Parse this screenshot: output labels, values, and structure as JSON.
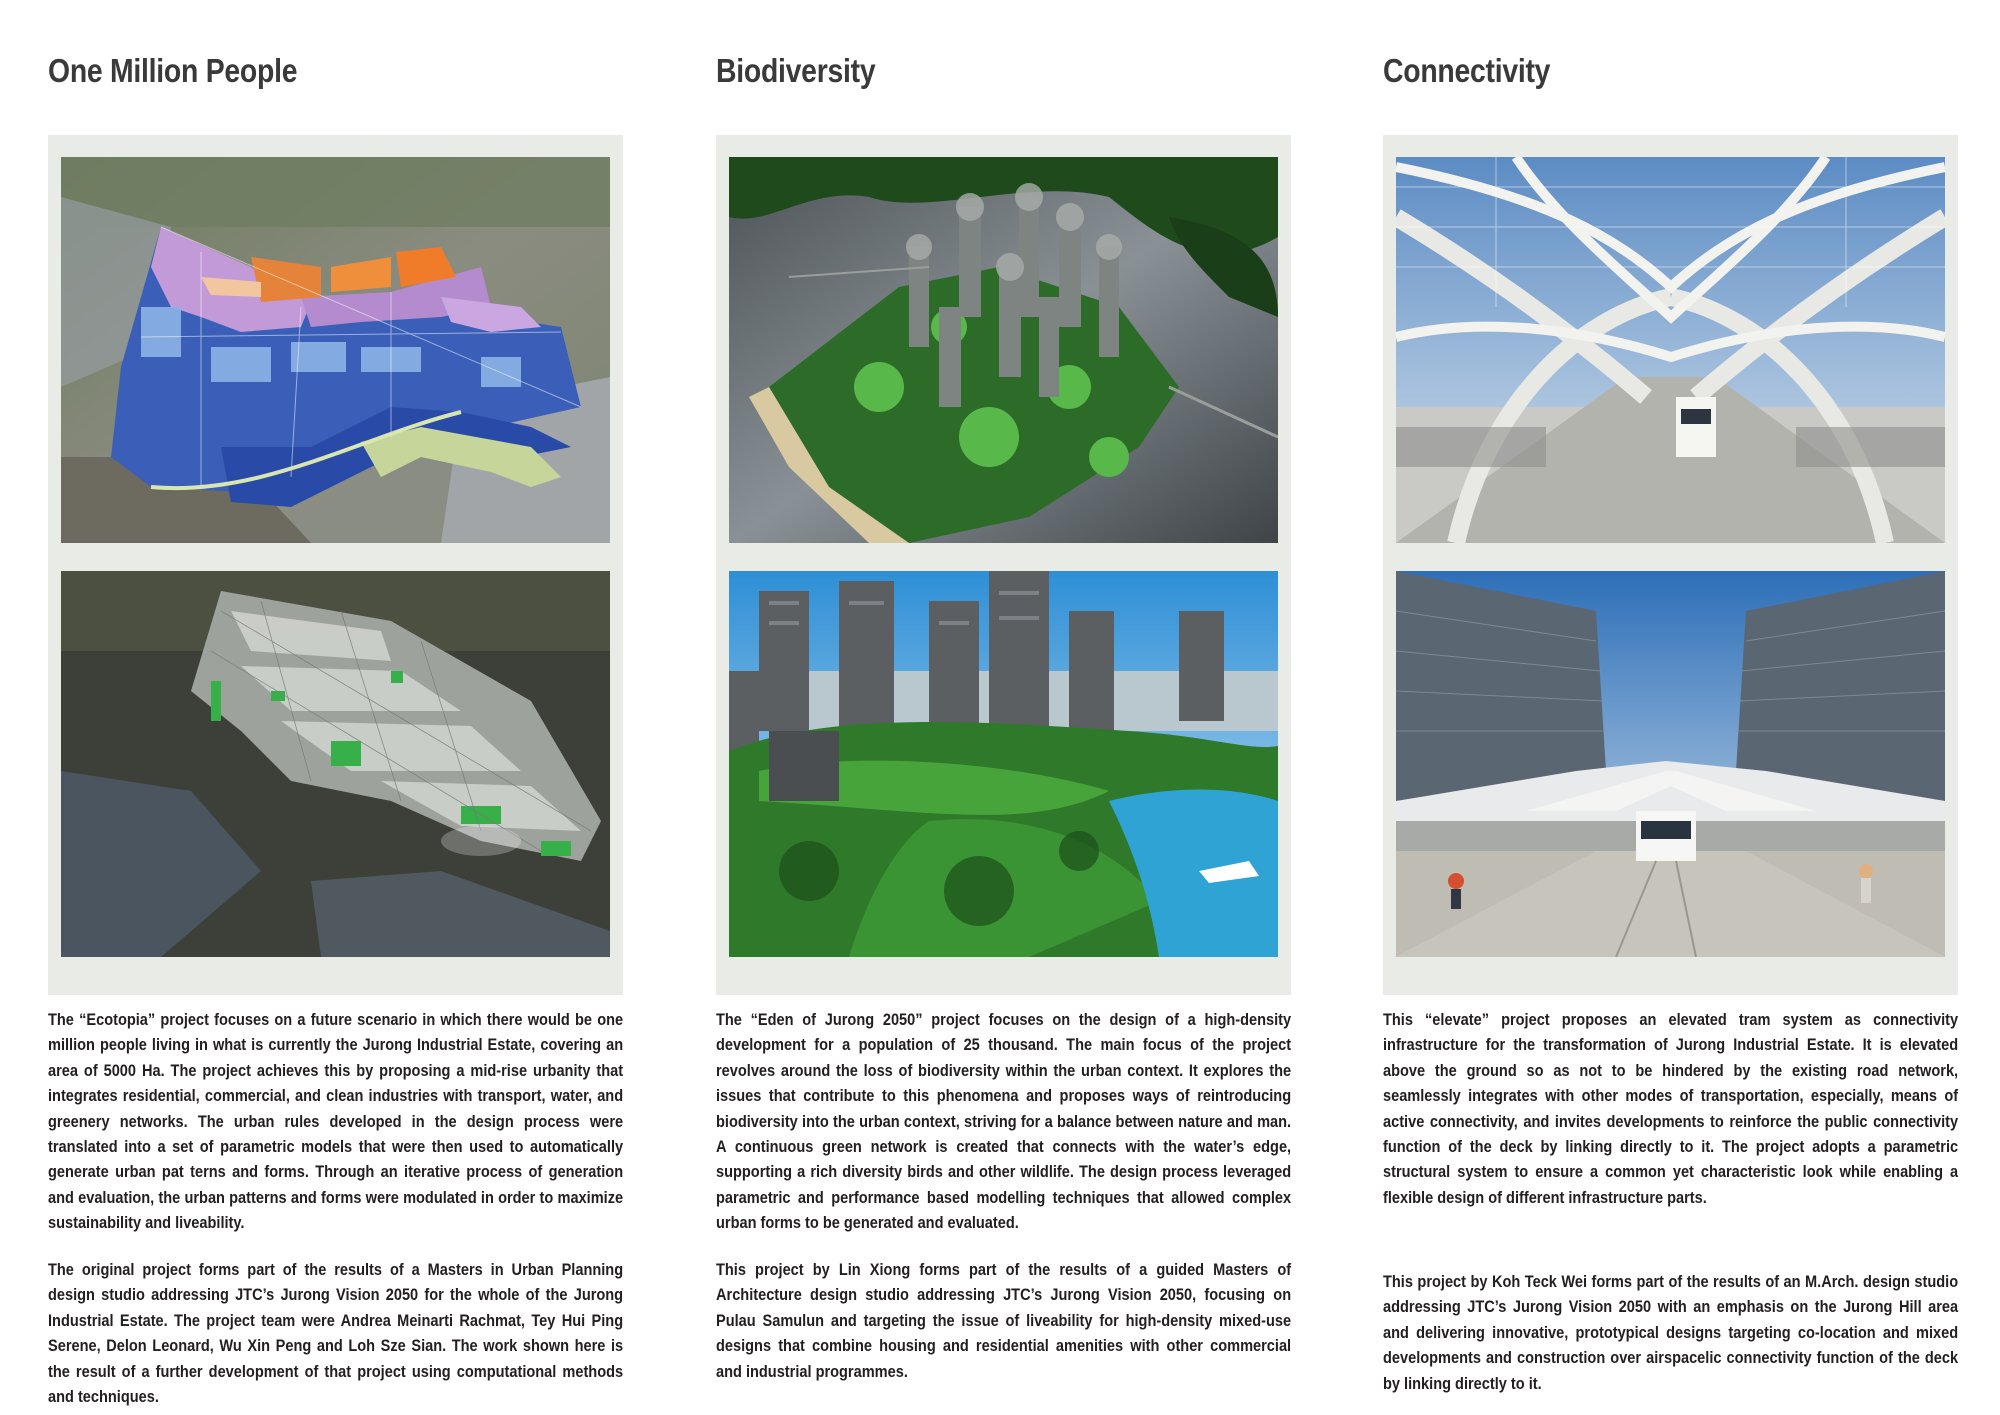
{
  "columns": [
    {
      "title": "One Million People",
      "images": [
        {
          "icon": "land-use-plan-map"
        },
        {
          "icon": "parametric-urban-model-map"
        }
      ],
      "paragraphs": [
        "The “Ecotopia” project focuses on a future scenario in which there would be one million people living in what is currently the Jurong Industrial Estate, covering an area of 5000 Ha. The project achieves this by proposing a mid-rise urbanity that integrates residential, commercial, and clean industries with transport, water, and greenery networks. The urban rules developed in the design process were translated into a set of parametric models that were then used to automatically generate urban pat terns and forms. Through an iterative process of generation and evaluation, the urban patterns and forms were modulated in order to maximize sustainability and liveability.",
        "The original project forms part of the results of a Masters in Urban Planning design studio addressing JTC’s Jurong Vision 2050 for the whole of the Jurong Industrial Estate. The project team were Andrea Meinarti Rachmat, Tey Hui Ping Serene, Delon Leonard, Wu Xin Peng and Loh Sze Sian. The work shown here is the result of a further development of that project using computational methods and techniques."
      ]
    },
    {
      "title": "Biodiversity",
      "images": [
        {
          "icon": "island-aerial-render"
        },
        {
          "icon": "green-towers-render"
        }
      ],
      "paragraphs": [
        "The “Eden of Jurong 2050” project focuses on the design of a high-density development for a population of 25 thousand. The main focus of the project revolves around the loss of biodiversity within the urban context. It explores the issues that contribute to this phenomena and proposes ways of reintroducing biodiversity into the urban context, striving for a balance between nature and man. A continuous green network is created that connects with the water’s edge, supporting a rich diversity birds and other wildlife. The design process leveraged parametric and performance based modelling techniques that allowed complex urban forms to be generated and evaluated.",
        "This project by Lin Xiong forms part of the results of a guided Masters of Architecture design studio addressing JTC’s Jurong Vision 2050, focusing on Pulau Samulun and targeting the issue of liveability for high-density mixed-use designs that combine housing and residential amenities with other commercial and industrial programmes."
      ]
    },
    {
      "title": "Connectivity",
      "images": [
        {
          "icon": "tram-station-interior-render"
        },
        {
          "icon": "elevated-deck-render"
        }
      ],
      "paragraphs": [
        "This “elevate” project proposes an elevated tram system as connectivity infrastructure for the transformation of Jurong Industrial Estate. It is elevated above the ground so as not to be hindered by the existing road network, seamlessly integrates with other modes of transportation, especially, means of active connectivity, and invites developments to reinforce the public connectivity function of the deck by linking directly to it. The project adopts a parametric structural system to ensure a common yet characteristic look while enabling a flexible design of different infrastructure parts.",
        "This project by Koh Teck Wei forms part of the results of an M.Arch. design studio addressing JTC’s Jurong Vision 2050 with an emphasis on the Jurong Hill area and delivering innovative, prototypical designs targeting co-location and mixed developments and construction over airspacelic connectivity function of the deck by linking directly to it."
      ]
    }
  ]
}
